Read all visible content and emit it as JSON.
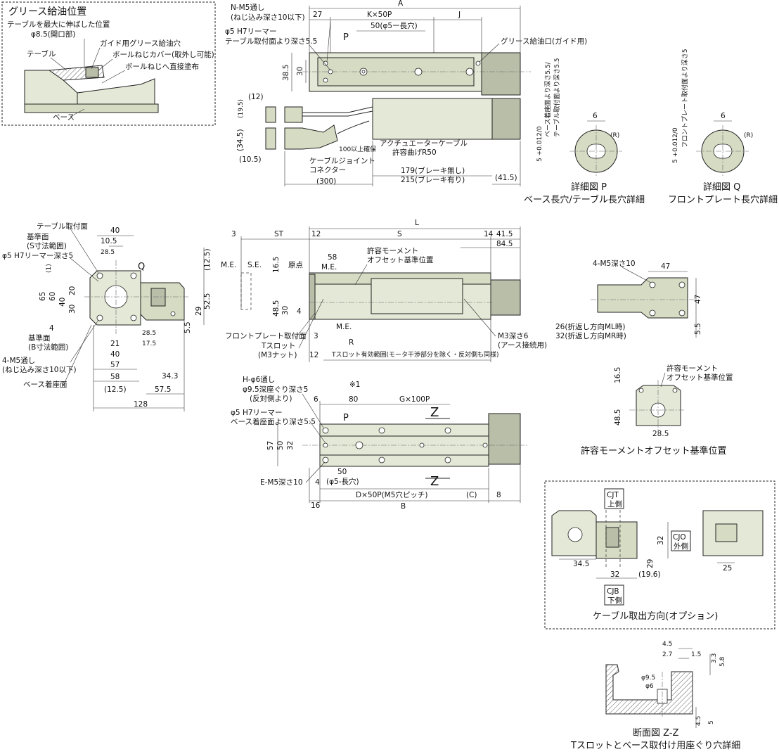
{
  "grease": {
    "title": "グリース給油位置",
    "subtitle": "テーブルを最大に伸ばした位置",
    "phi": "φ8.5(開口部)",
    "guide_hole": "ガイド用グリース給油穴",
    "cover": "ボールねじカバー(取外し可能)",
    "apply": "ボールねじへ直接塗布",
    "table": "テーブル",
    "base": "ベース"
  },
  "top_view": {
    "nm5": "N-M5通し",
    "nm5_depth": "(ねじ込み深さ10以下)",
    "reamer": "φ5 H7リーマー",
    "reamer_depth": "テーブル取付面より深さ5.5",
    "d27": "27",
    "dA": "A",
    "dK": "K×50P",
    "dJ": "J",
    "d50": "50(φ5ー長穴)",
    "P": "P",
    "grease_port": "グリース給油口(ガイド用)",
    "d385": "38.5",
    "d30": "30"
  },
  "cable": {
    "d12": "(12)",
    "d195": "(19.5)",
    "d345": "(34.5)",
    "d105": "(10.5)",
    "actuator_cable": "アクチュエーターケーブル",
    "bend": "許容曲げR50",
    "straight": "100以上確保",
    "joint": "ケーブルジョイント",
    "connector": "コネクター",
    "d300": "(300)",
    "d179": "179(ブレーキ無し)",
    "d215": "215(ブレーキ有り)",
    "d415": "(41.5)"
  },
  "detailP": {
    "tol": "5 +0.012/0",
    "text1": "ベース着座面より深さ5.5/",
    "text2": "テーブル取付面より深さ5.5",
    "d6": "6",
    "R": "(R)",
    "title": "詳細図 P",
    "caption": "ベース長穴/テーブル長穴詳細"
  },
  "detailQ": {
    "tol": "5 +0.012/0",
    "text1": "フロントプレート取付面より深さ5",
    "d6": "6",
    "R": "(R)",
    "title": "詳細図 Q",
    "caption": "フロントプレート長穴詳細"
  },
  "front_view": {
    "table_face": "テーブル取付面",
    "ref_face": "基準面",
    "s_range": "(S寸法範囲)",
    "reamer": "φ5 H7リーマー深さ5",
    "d40": "40",
    "d105": "10.5",
    "d285": "28.5",
    "Q": "Q",
    "d1": "(1)",
    "d65": "65",
    "d60": "60",
    "d40b": "40",
    "d30": "30",
    "d20": "20",
    "d4": "4",
    "b_ref": "基準面",
    "b_range": "(B寸法範囲)",
    "m5": "4-M5通し",
    "m5_depth": "(ねじ込み深さ10以下)",
    "base_face": "ベース着座面",
    "d21": "21",
    "d40c": "40",
    "d57": "57",
    "d58": "58",
    "d125": "(12.5)",
    "d285b": "28.5",
    "d175": "17.5",
    "d343": "34.3",
    "d575": "57.5",
    "d128": "128",
    "d125r": "(12.5)",
    "d525": "52.5",
    "d29": "29",
    "d55": "5.5"
  },
  "side_view": {
    "d3": "3",
    "ST": "ST",
    "d12": "12",
    "S": "S",
    "L": "L",
    "d14": "14",
    "d415": "41.5",
    "d845": "84.5",
    "ME": "M.E.",
    "SE": "S.E.",
    "origin": "原点",
    "ME2": "M.E.",
    "d58": "58",
    "moment": "許容モーメント",
    "moment2": "オフセット基準位置",
    "d165": "16.5",
    "d485": "48.5",
    "d30": "30",
    "d4": "4",
    "ME3": "M.E.",
    "R": "R",
    "front_plate": "フロントプレート取付面",
    "tslot": "Tスロット",
    "m3nut": "(M3ナット)",
    "d3b": "3",
    "d12b": "12",
    "tslot_range": "Tスロット有効範囲(モータ干渉部分を除く・反対側も同様)",
    "m3": "M3深さ6",
    "earth": "(アース接続用)"
  },
  "bracket": {
    "m5": "4-M5深さ10",
    "d47": "47",
    "d47v": "47",
    "d26": "26(折返し方向ML時)",
    "d32": "32(折返し方向MR時)",
    "d55": "5.5"
  },
  "bottom_view": {
    "h6": "H-φ6通し",
    "cbore": "φ9.5深座ぐり深さ5",
    "cbore2": "(反対側より)",
    "note1": "※1",
    "d6": "6",
    "d80": "80",
    "G": "G×100P",
    "reamer": "φ5 H7リーマー",
    "reamer2": "ベース着座面より深さ5.5",
    "P": "P",
    "Z1": "Z",
    "Z2": "Z",
    "d57": "57",
    "d50": "50",
    "d32": "32",
    "d50b": "50",
    "slot": "(φ5-長穴)",
    "em5": "E-M5深さ10",
    "d4": "4",
    "D": "D×50P(M5穴ピッチ)",
    "C": "(C)",
    "d8": "8",
    "d16": "16",
    "B": "B"
  },
  "moment_detail": {
    "d165": "16.5",
    "label1": "許容モーメント",
    "label2": "オフセット基準位置",
    "d485": "48.5",
    "d285": "28.5",
    "title": "許容モーメントオフセット基準位置"
  },
  "cable_option": {
    "cjt": "CJT",
    "cjt2": "上側",
    "cjo": "CJO",
    "cjo2": "外側",
    "cjb": "CJB",
    "cjb2": "下側",
    "d32": "32",
    "d345": "34.5",
    "d29": "29",
    "d32b": "32",
    "d196": "(19.6)",
    "d25": "25",
    "title": "ケーブル取出方向(オプション)"
  },
  "section": {
    "d45": "4.5",
    "d27": "2.7",
    "d15": "1.5",
    "d33": "3.3",
    "d58": "5.8",
    "d95": "φ9.5",
    "d6": "φ6",
    "d45b": "4.5",
    "d5": "5",
    "title": "断面図 Z-Z",
    "caption": "Tスロットとベース取付け用座ぐり穴詳細"
  }
}
